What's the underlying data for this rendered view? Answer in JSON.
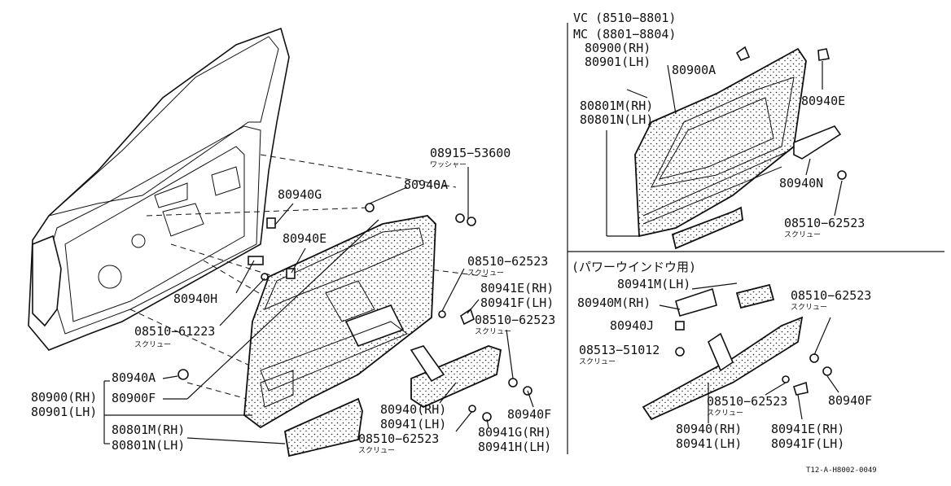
{
  "sections": {
    "vc_mc": {
      "line1": "VC (8510−8801)",
      "line2": "MC (8801−8804)"
    },
    "power_window": {
      "title": "(パワーウインドウ用)"
    }
  },
  "labels": {
    "main": {
      "l80940G": "80940G",
      "l80940E": "80940E",
      "l80940H": "80940H",
      "l08510_61223": "08510−61223",
      "l08510_61223_k": "スクリュー",
      "l08915_53600": "08915−53600",
      "l08915_53600_k": "ワッシャー",
      "l80940A_top": "80940A",
      "l08510_62523_a": "08510−62523",
      "l08510_62523_a_k": "スクリュー",
      "l80941E_RH": "80941E(RH)",
      "l80941F_LH": "80941F(LH)",
      "l08510_62523_b": "08510−62523",
      "l08510_62523_b_k": "スクリュー",
      "l80940A_bot": "80940A",
      "l80900_RH": "80900(RH)",
      "l80900F": "80900F",
      "l80901_LH": "80901(LH)",
      "l80801M_RH": "80801M(RH)",
      "l80801N_LH": "80801N(LH)",
      "l80940_RH": "80940(RH)",
      "l80941_LH": "80941(LH)",
      "l80940F": "80940F",
      "l08510_62523_c": "08510−62523",
      "l08510_62523_c_k": "スクリュー",
      "l80941G_RH": "80941G(RH)",
      "l80941H_LH": "80941H(LH)"
    },
    "vc": {
      "l80900_RH": "80900(RH)",
      "l80901_LH": "80901(LH)",
      "l80900A": "80900A",
      "l80940E": "80940E",
      "l80801M_RH": "80801M(RH)",
      "l80801N_LH": "80801N(LH)",
      "l80940N": "80940N",
      "l08510_62523": "08510−62523",
      "l08510_62523_k": "スクリュー"
    },
    "pw": {
      "l80941M_LH": "80941M(LH)",
      "l08510_62523_a": "08510−62523",
      "l08510_62523_a_k": "スクリュー",
      "l80940M_RH": "80940M(RH)",
      "l80940J": "80940J",
      "l08513_51012": "08513−51012",
      "l08513_51012_k": "スクリュー",
      "l08510_62523_b": "08510−62523",
      "l08510_62523_b_k": "スクリュー",
      "l80940F": "80940F",
      "l80940_RH": "80940(RH)",
      "l80941_LH": "80941(LH)",
      "l80941E_RH": "80941E(RH)",
      "l80941F_LH": "80941F(LH)"
    }
  },
  "footer": {
    "drawing_code": "T12-A-H8002-0049"
  }
}
